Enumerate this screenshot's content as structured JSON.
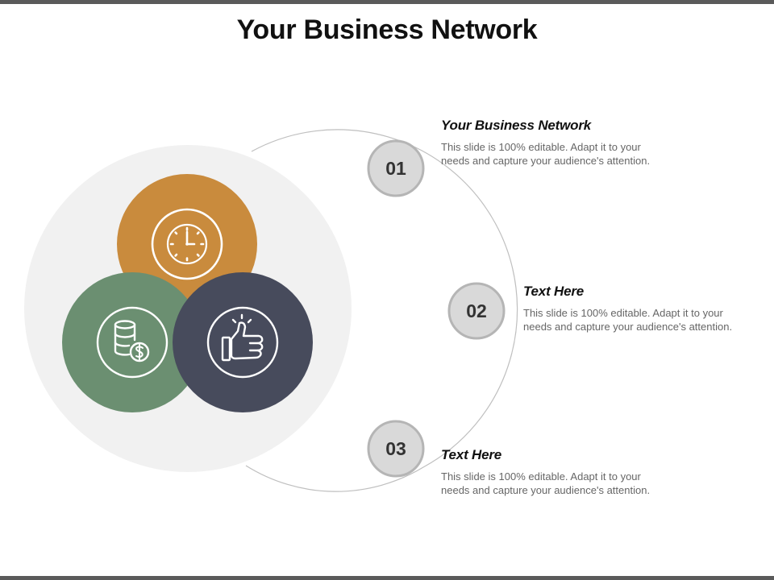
{
  "title": "Your Business Network",
  "colors": {
    "orange": "#C98B3D",
    "green": "#6B8F71",
    "navy": "#474B5C",
    "halo": "#F1F1F1",
    "badge_fill": "#D9D9D9",
    "badge_ring": "#B5B5B5",
    "arc": "#BFBFBF"
  },
  "icons": [
    "clock-icon",
    "database-dollar-icon",
    "thumbs-up-icon"
  ],
  "steps": [
    {
      "number": "01",
      "heading": "Your Business Network",
      "text": "This slide is 100% editable. Adapt it to your needs and capture your audience's attention."
    },
    {
      "number": "02",
      "heading": "Text Here",
      "text": "This slide is 100% editable. Adapt it to your needs and capture your audience's attention."
    },
    {
      "number": "03",
      "heading": "Text Here",
      "text": "This slide is 100% editable. Adapt it to your needs and capture your audience's attention."
    }
  ]
}
